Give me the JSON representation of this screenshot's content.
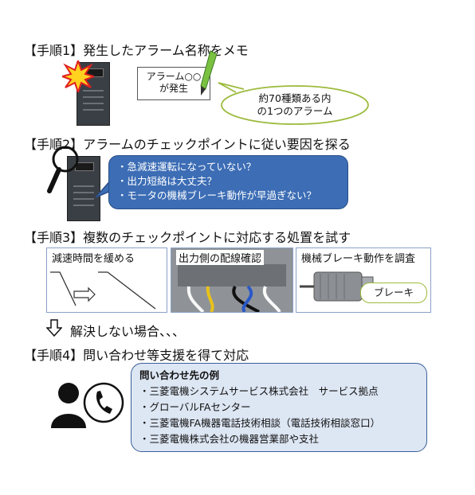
{
  "step1": {
    "title": "【手順1】発生したアラーム名称をメモ",
    "memo_line1": "アラーム○○",
    "memo_line2": "が発生",
    "bubble_line1": "約70種類ある内",
    "bubble_line2": "の1つのアラーム"
  },
  "step2": {
    "title": "【手順2】アラームのチェックポイントに従い要因を探る",
    "checks": [
      "・急減速運転になっていない？",
      "・出力短絡は大丈夫？",
      "・モータの機械ブレーキ動作が早過ぎない？"
    ]
  },
  "step3": {
    "title": "【手順3】複数のチェックポイントに対応する処置を試す",
    "panels": [
      {
        "label": "減速時間を緩める"
      },
      {
        "label": "出力側の配線確認"
      },
      {
        "label": "機械ブレーキ動作を調査",
        "tag": "ブレーキ"
      }
    ]
  },
  "unresolved": "解決しない場合、、、",
  "step4": {
    "title": "【手順4】問い合わせ等支援を得て対応",
    "contacts_title": "問い合わせ先の例",
    "contacts": [
      "・三菱電機システムサービス株式会社　サービス拠点",
      "・グローバルFAセンター",
      "・三菱電機FA機器電話技術相談（電話技術相談窓口）",
      "・三菱電機株式会社の機器営業部や支社"
    ]
  },
  "colors": {
    "accent_blue": "#3c6db5",
    "contact_bg": "#dde6f3",
    "bubble_green_border": "#9cbb3c",
    "alarm_yellow": "#ffd21f",
    "alarm_red": "#e02020"
  }
}
